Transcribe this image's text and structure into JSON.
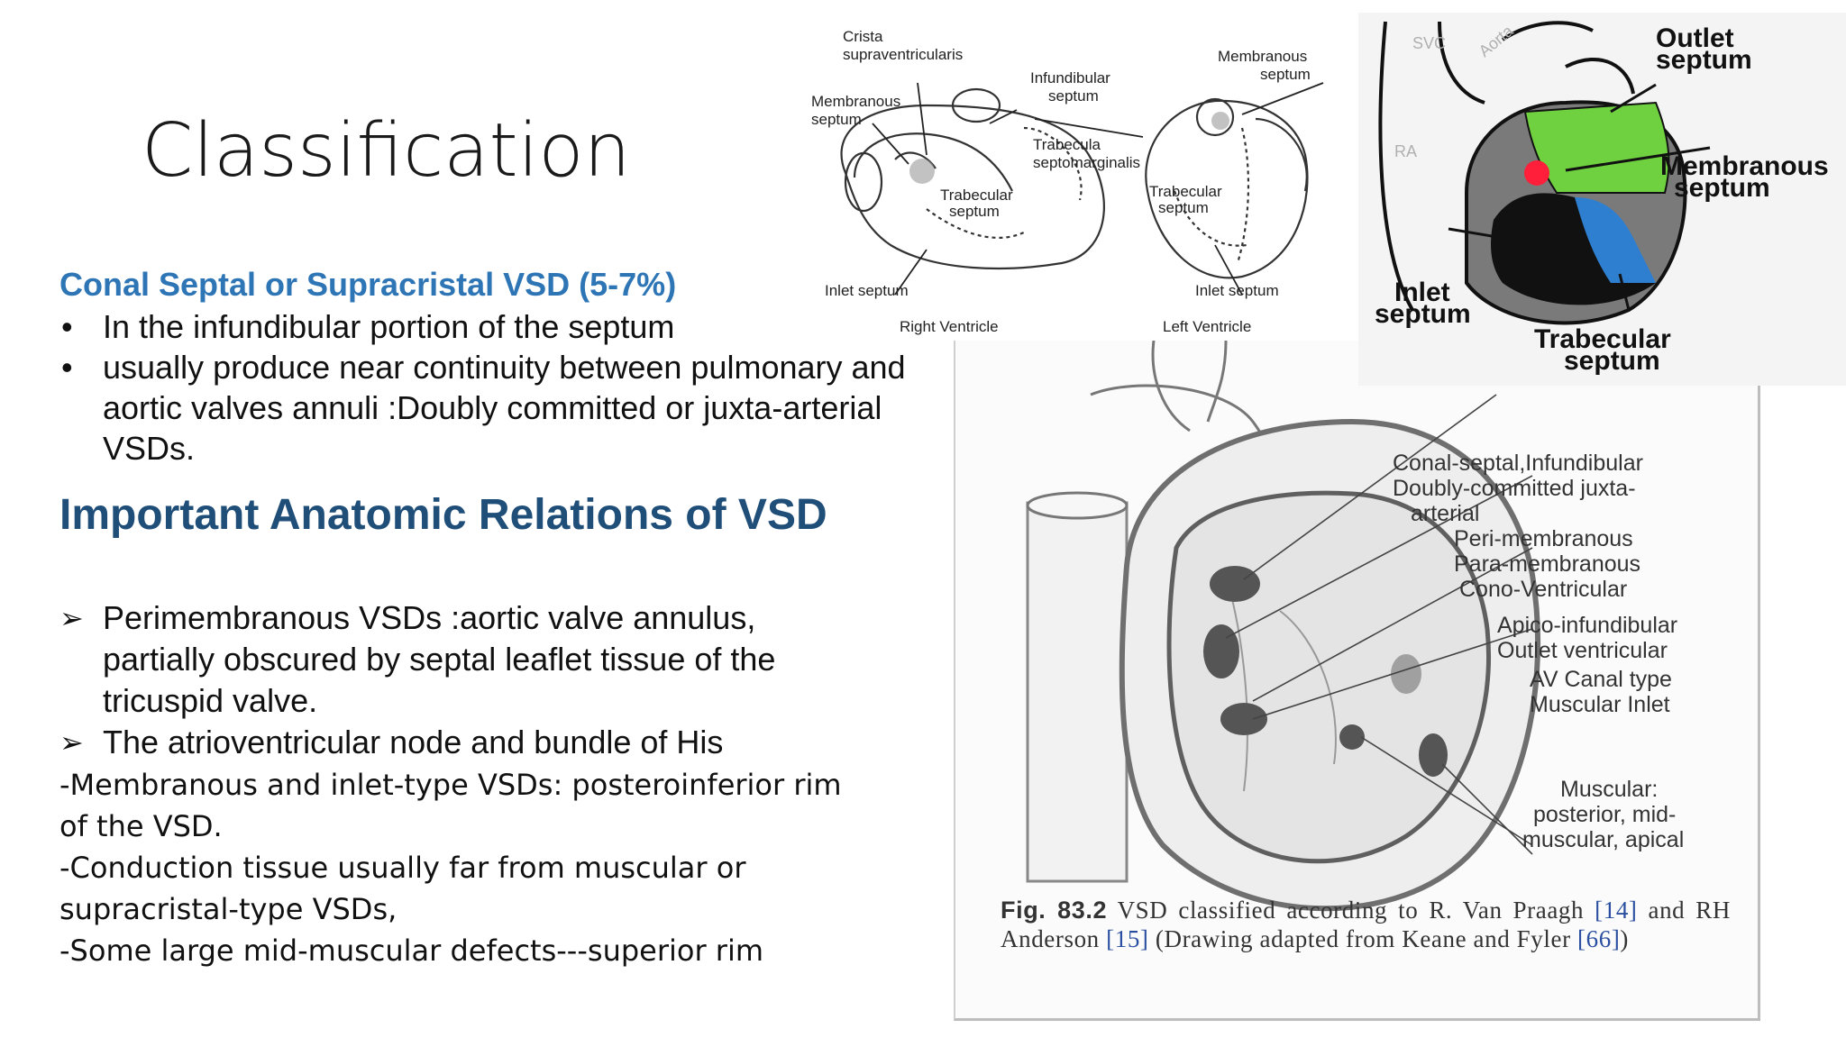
{
  "slide": {
    "title": "Classification",
    "section1": {
      "heading": "Conal Septal or Supracristal VSD (5-7%)",
      "bullet_glyph": "•",
      "bullets": [
        "In the infundibular portion of the septum",
        "usually produce near continuity between pulmonary and aortic valves annuli :Doubly committed or juxta-arterial VSDs."
      ]
    },
    "section2": {
      "heading": "Important Anatomic Relations of VSD",
      "arrow_glyph": "➢",
      "items": [
        "Perimembranous VSDs :aortic valve annulus, partially obscured by septal leaflet tissue of the tricuspid valve.",
        "The atrioventricular node and bundle of His"
      ],
      "notes": [
        "-Membranous and inlet-type VSDs: posteroinferior rim",
        "of the VSD.",
        "-Conduction tissue usually far  from muscular or",
        "supracristal-type VSDs,",
        "-Some large mid-muscular defects---superior rim"
      ]
    }
  },
  "figure_ventricles": {
    "labels": {
      "crista": "Crista",
      "crista2": "supraventricularis",
      "membranous_rv": "Membranous",
      "membranous_rv2": "septum",
      "infundibular": "Infundibular",
      "infundibular2": "septum",
      "trabecula": "Trabecula",
      "trabecula2": "septomarginalis",
      "trabecular_rv": "Trabecular",
      "trabecular_rv2": "septum",
      "membranous_lv": "Membranous",
      "membranous_lv2": "septum",
      "trabecular_lv": "Trabecular",
      "trabecular_lv2": "septum",
      "inlet_rv": "Inlet septum",
      "inlet_lv": "Inlet septum",
      "right_ventricle": "Right Ventricle",
      "left_ventricle": "Left Ventricle"
    }
  },
  "figure_heart": {
    "labels": {
      "svc": "SVC",
      "aorta": "Aorta",
      "ra": "RA",
      "outlet": "Outlet",
      "outlet2": "septum",
      "membranous": "Membranous",
      "membranous2": "septum",
      "inlet": "Inlet",
      "inlet2": "septum",
      "trabecular": "Trabecular",
      "trabecular2": "septum"
    },
    "colors": {
      "outlet": "#6fd13f",
      "membranous": "#ff1f3a",
      "inlet": "#2f7fd0",
      "trabecular": "#111111",
      "wall": "#7a7a7a"
    }
  },
  "figure_scan": {
    "type_labels": [
      "Conal-septal,Infundibular",
      "Doubly-committed juxta-",
      "arterial",
      "Peri-membranous",
      "Para-membranous",
      "Cono-Ventricular",
      "Apico-infundibular",
      "Outlet ventricular",
      "AV Canal type",
      "Muscular Inlet",
      "Muscular:",
      "posterior, mid-",
      "muscular, apical"
    ],
    "caption": {
      "fig_label": "Fig. 83.2",
      "text1": "VSD classified according to R. Van Praagh",
      "ref1": "[14]",
      "text2": "and RH Anderson",
      "ref2": "[15]",
      "text3": "(Drawing adapted from Keane and Fyler",
      "ref3": "[66]",
      "text4": ")"
    }
  }
}
